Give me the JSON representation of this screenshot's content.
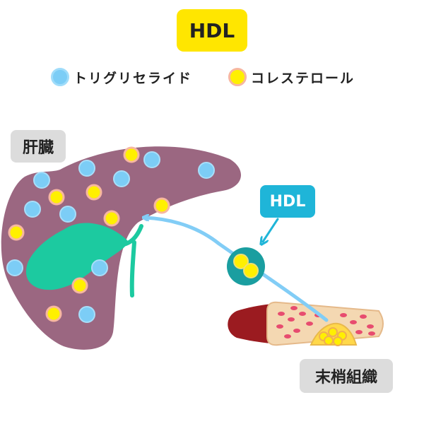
{
  "title": "HDL",
  "legend": {
    "triglyceride": {
      "label": "トリグリセライド",
      "color": "#7ccdf6"
    },
    "cholesterol": {
      "label": "コレステロール",
      "color": "#fff000"
    }
  },
  "labels": {
    "liver": "肝臓",
    "peripheral": "末梢組織",
    "hdl_callout": "HDL"
  },
  "colors": {
    "liver": "#9b6781",
    "gallbladder": "#1ccaa0",
    "hdl_particle": "#1a9ea0",
    "arrow": "#82cdf6",
    "callout": "#1fb5d8",
    "vessel_outer": "#9b1b20",
    "vessel_inner": "#f4d8b2",
    "blood_cell": "#e74c6f",
    "title_badge": "#ffe600"
  }
}
